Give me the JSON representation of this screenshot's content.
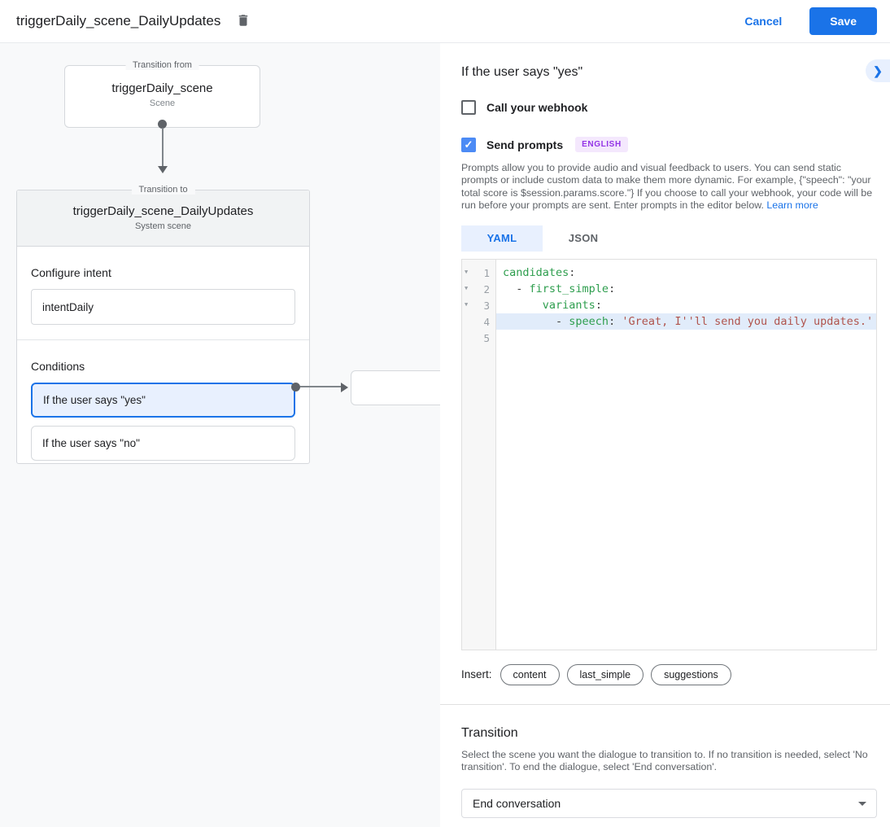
{
  "colors": {
    "accent": "#1a73e8",
    "accent_light": "#e8f0fe",
    "badge_bg": "#f4e8fd",
    "badge_text": "#9334e6",
    "code_key": "#2e9e4e",
    "code_string": "#b0544d",
    "canvas_bg": "#f8f9fa",
    "selected_line_bg": "#e1ecfa"
  },
  "header": {
    "title": "triggerDaily_scene_DailyUpdates",
    "delete_icon": "trash-icon",
    "cancel_label": "Cancel",
    "save_label": "Save"
  },
  "diagram": {
    "from_box": {
      "tag": "Transition from",
      "title": "triggerDaily_scene",
      "subtitle": "Scene"
    },
    "to_box": {
      "tag": "Transition to",
      "title": "triggerDaily_scene_DailyUpdates",
      "subtitle": "System scene",
      "intent_heading": "Configure intent",
      "intent_value": "intentDaily",
      "conditions_heading": "Conditions",
      "conditions": [
        {
          "label": "If the user says \"yes\"",
          "selected": true
        },
        {
          "label": "If the user says \"no\"",
          "selected": false
        }
      ]
    }
  },
  "panel": {
    "title": "If the user says \"yes\"",
    "collapse_icon": "chevron-right-icon",
    "webhook": {
      "label": "Call your webhook",
      "checked": false
    },
    "prompts": {
      "label": "Send prompts",
      "checked": true,
      "check_glyph": "✓",
      "badge": "ENGLISH",
      "description": "Prompts allow you to provide audio and visual feedback to users. You can send static prompts or include custom data to make them more dynamic. For example, {\"speech\": \"your total score is $session.params.score.\"} If you choose to call your webhook, your code will be run before your prompts are sent. Enter prompts in the editor below. ",
      "learn_more": "Learn more"
    },
    "editor": {
      "tabs": [
        {
          "label": "YAML",
          "active": true
        },
        {
          "label": "JSON",
          "active": false
        }
      ],
      "line_count": 5,
      "fold_lines": [
        1,
        2,
        3
      ],
      "highlighted_line": 4,
      "lines": [
        [
          [
            "key",
            "candidates"
          ],
          [
            "p",
            ":"
          ]
        ],
        [
          [
            "p",
            "  - "
          ],
          [
            "key",
            "first_simple"
          ],
          [
            "p",
            ":"
          ]
        ],
        [
          [
            "p",
            "      "
          ],
          [
            "key",
            "variants"
          ],
          [
            "p",
            ":"
          ]
        ],
        [
          [
            "p",
            "        - "
          ],
          [
            "key",
            "speech"
          ],
          [
            "p",
            ": "
          ],
          [
            "str",
            "'Great, I''ll send you daily updates.'"
          ]
        ],
        []
      ]
    },
    "insert": {
      "label": "Insert:",
      "chips": [
        "content",
        "last_simple",
        "suggestions"
      ]
    },
    "transition": {
      "heading": "Transition",
      "description": "Select the scene you want the dialogue to transition to. If no transition is needed, select 'No transition'. To end the dialogue, select 'End conversation'.",
      "value": "End conversation"
    }
  }
}
